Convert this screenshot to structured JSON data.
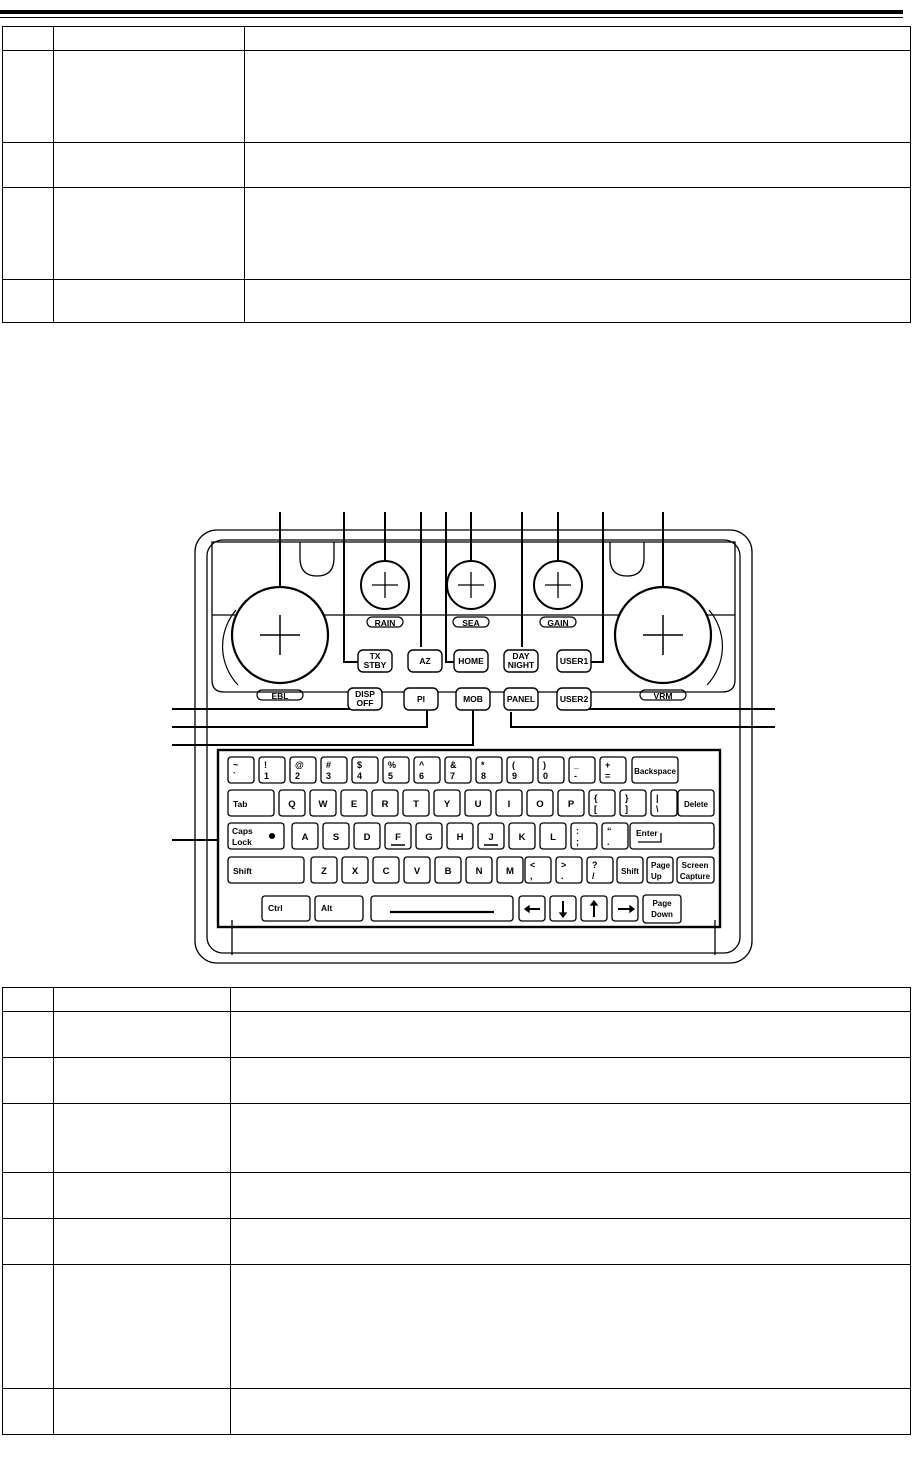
{
  "panel": {
    "knobs": {
      "left": "EBL",
      "rain": "RAIN",
      "sea": "SEA",
      "gain": "GAIN",
      "right": "VRM"
    },
    "keys_row1": [
      {
        "id": "tx-stby",
        "l1": "TX",
        "l2": "STBY"
      },
      {
        "id": "az",
        "l1": "AZ",
        "l2": ""
      },
      {
        "id": "home",
        "l1": "HOME",
        "l2": ""
      },
      {
        "id": "day-night",
        "l1": "DAY",
        "l2": "NIGHT"
      },
      {
        "id": "user1",
        "l1": "USER1",
        "l2": ""
      }
    ],
    "keys_row2": [
      {
        "id": "disp-off",
        "l1": "DISP",
        "l2": "OFF"
      },
      {
        "id": "pi",
        "l1": "PI",
        "l2": ""
      },
      {
        "id": "mob",
        "l1": "MOB",
        "l2": ""
      },
      {
        "id": "panel",
        "l1": "PANEL",
        "l2": ""
      },
      {
        "id": "user2",
        "l1": "USER2",
        "l2": ""
      }
    ]
  },
  "keyboard": {
    "row1": [
      [
        "~",
        "`"
      ],
      [
        "!",
        "1"
      ],
      [
        "@",
        "2"
      ],
      [
        "#",
        "3"
      ],
      [
        "$",
        "4"
      ],
      [
        "%",
        "5"
      ],
      [
        "^",
        "6"
      ],
      [
        "&",
        "7"
      ],
      [
        "*",
        "8"
      ],
      [
        "(",
        "9"
      ],
      [
        ")",
        "0"
      ],
      [
        "_",
        "-"
      ],
      [
        "+",
        "="
      ]
    ],
    "row1_end": "Backspace",
    "tab": "Tab",
    "row2": [
      "Q",
      "W",
      "E",
      "R",
      "T",
      "Y",
      "U",
      "I",
      "O",
      "P"
    ],
    "row2_sym": [
      [
        "{",
        "["
      ],
      [
        "}",
        "]"
      ],
      [
        "|",
        "\\"
      ]
    ],
    "delete": "Delete",
    "caps": [
      "Caps",
      "Lock"
    ],
    "row3": [
      "A",
      "S",
      "D",
      "F",
      "G",
      "H",
      "J",
      "K",
      "L"
    ],
    "row3_sym": [
      [
        ":",
        ";"
      ],
      [
        "“",
        "."
      ]
    ],
    "enter": "Enter",
    "shift": "Shift",
    "row4": [
      "Z",
      "X",
      "C",
      "V",
      "B",
      "N",
      "M"
    ],
    "row4_sym": [
      [
        "<",
        ","
      ],
      [
        ">",
        "."
      ],
      [
        "?",
        "/"
      ]
    ],
    "shift_right": "Shift",
    "page_up": [
      "Page",
      "Up"
    ],
    "screen_capture": [
      "Screen",
      "Capture"
    ],
    "ctrl": "Ctrl",
    "alt": "Alt",
    "page_down": [
      "Page",
      "Down"
    ]
  }
}
